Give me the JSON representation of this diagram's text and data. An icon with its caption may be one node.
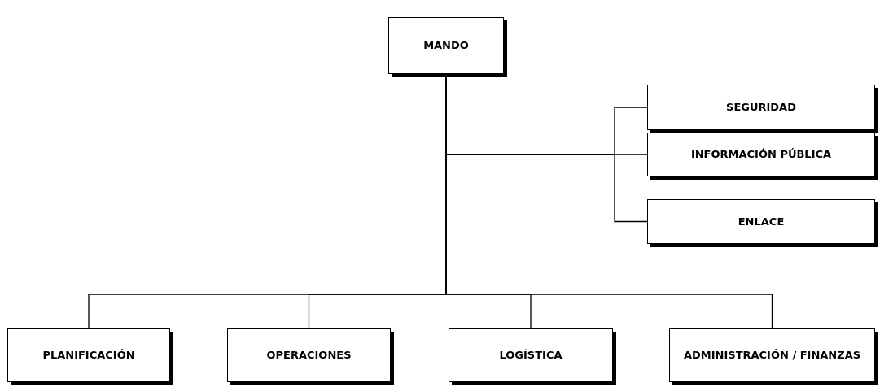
{
  "diagram": {
    "nodes": [
      {
        "text": [
          "MANDO"
        ]
      },
      {
        "text": [
          "SEGURIDAD"
        ]
      },
      {
        "text": [
          "INFORMACIÓN PÚBLICA"
        ]
      },
      {
        "text": [
          "ENLACE"
        ]
      },
      {
        "text": [
          "PLANIFICACIÓN"
        ]
      },
      {
        "text": [
          "OPERACIONES"
        ]
      },
      {
        "text": [
          "LOGÍSTICA"
        ]
      },
      {
        "text": [
          "ADMINISTRACIÓN / FINANZAS"
        ]
      }
    ],
    "edges": [
      {
        "from": 0,
        "to": 1,
        "arrow": "none"
      },
      {
        "from": 0,
        "to": 2,
        "arrow": "none"
      },
      {
        "from": 0,
        "to": 3,
        "arrow": "none"
      },
      {
        "from": 0,
        "to": 4,
        "arrow": "none"
      },
      {
        "from": 0,
        "to": 5,
        "arrow": "none"
      },
      {
        "from": 0,
        "to": 6,
        "arrow": "none"
      },
      {
        "from": 0,
        "to": 7,
        "arrow": "none"
      }
    ]
  }
}
